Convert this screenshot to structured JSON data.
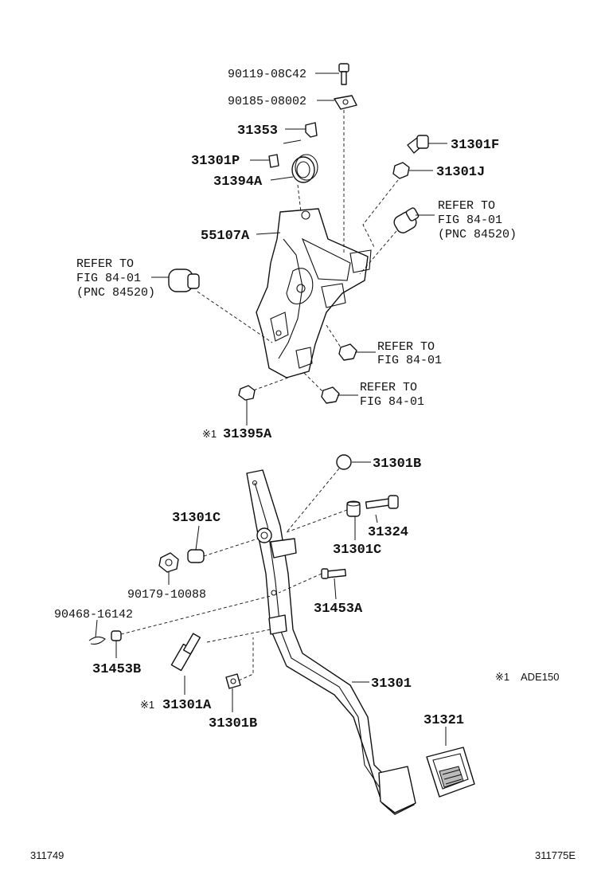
{
  "labels": {
    "p_90119_08C42": "90119-08C42",
    "p_90185_08002": "90185-08002",
    "p_31353": "31353",
    "p_31301P": "31301P",
    "p_31394A": "31394A",
    "p_55107A": "55107A",
    "p_31301F": "31301F",
    "p_31301J": "31301J",
    "p_31395A": "31395A",
    "p_31301B_top": "31301B",
    "p_31301C_left": "31301C",
    "p_31324": "31324",
    "p_31301C_right": "31301C",
    "p_90179_10088": "90179-10088",
    "p_31453A": "31453A",
    "p_90468_16142": "90468-16142",
    "p_31453B": "31453B",
    "p_31301": "31301",
    "p_31301A": "31301A",
    "p_31301B_bottom": "31301B",
    "p_31321": "31321"
  },
  "refs": {
    "ref_right_l1": "REFER TO",
    "ref_right_l2": "FIG 84-01",
    "ref_right_l3": "(PNC 84520)",
    "ref_left_l1": "REFER TO",
    "ref_left_l2": "FIG 84-01",
    "ref_left_l3": "(PNC 84520)",
    "ref_nut1_l1": "REFER TO",
    "ref_nut1_l2": "FIG 84-01",
    "ref_nut2_l1": "REFER TO",
    "ref_nut2_l2": "FIG 84-01"
  },
  "notes": {
    "mark": "※1",
    "legend_mark": "※1",
    "legend_text": "ADE150"
  },
  "corners": {
    "bottom_left": "311749",
    "bottom_right": "311775E"
  }
}
